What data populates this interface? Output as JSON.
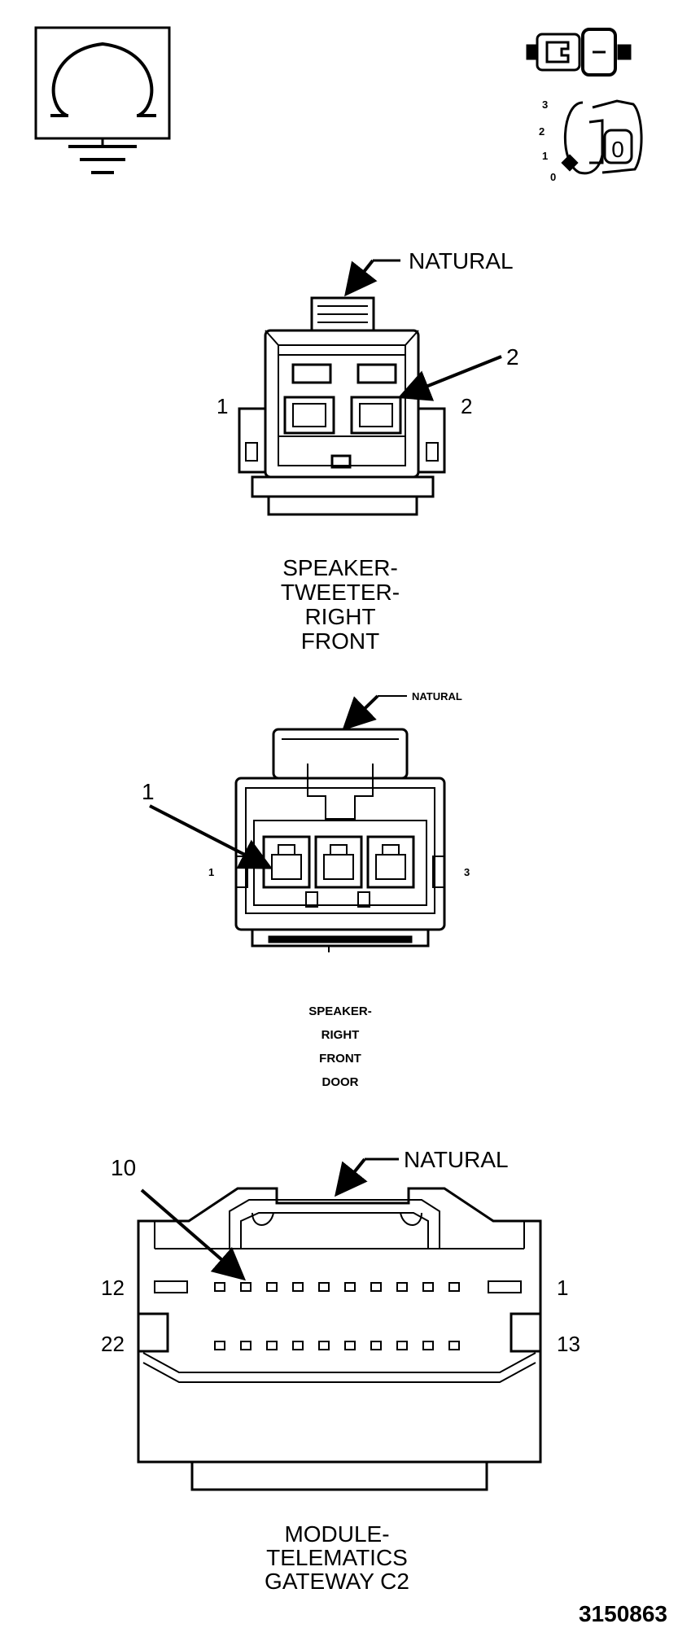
{
  "ground_symbol": {
    "icon": "ohm-ground-icon"
  },
  "ignition_indicator": {
    "icons": [
      "connector-plug-icon",
      "ignition-key-icon"
    ],
    "positions": [
      "3",
      "2",
      "1",
      "0"
    ],
    "key_label": "0"
  },
  "tweeter_connector": {
    "color_label": "NATURAL",
    "callout": "2",
    "pin_left": "1",
    "pin_right": "2",
    "name_lines": [
      "SPEAKER-",
      "TWEETER-",
      "RIGHT",
      "FRONT"
    ]
  },
  "door_connector": {
    "color_label": "NATURAL",
    "callout": "1",
    "pin_left": "1",
    "pin_right": "3",
    "name_lines": [
      "SPEAKER-",
      "RIGHT",
      "FRONT",
      "DOOR"
    ]
  },
  "telematics_connector": {
    "color_label": "NATURAL",
    "callout": "10",
    "pin_top_left": "12",
    "pin_top_right": "1",
    "pin_bottom_left": "22",
    "pin_bottom_right": "13",
    "name_lines": [
      "MODULE-",
      "TELEMATICS",
      "GATEWAY C2"
    ]
  },
  "figure_id": "3150863"
}
